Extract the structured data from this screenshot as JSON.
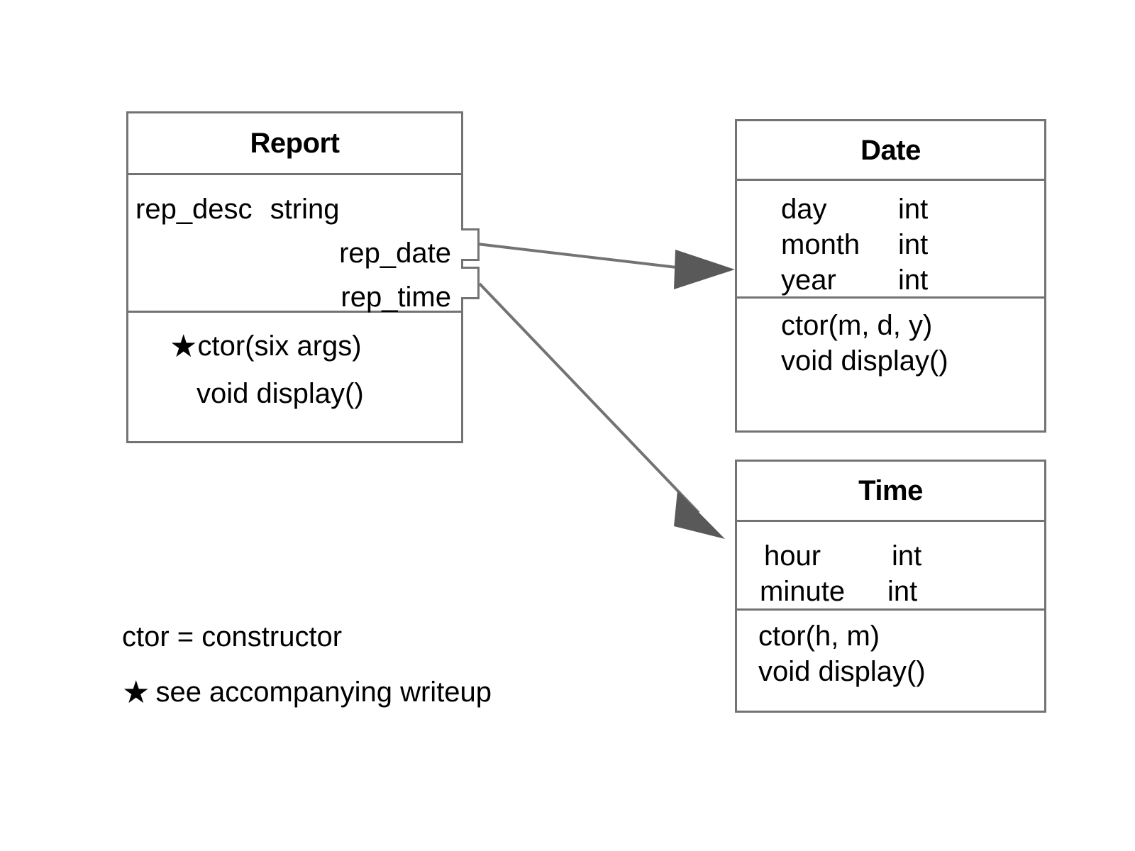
{
  "diagram": {
    "title": "Report class UML diagram",
    "line_color": "#737373",
    "text_color": "#000000",
    "background": "#ffffff"
  },
  "classes": {
    "report": {
      "name": "Report",
      "attributes": [
        {
          "name": "rep_desc",
          "type": "string"
        },
        {
          "name": "rep_date",
          "type": ""
        },
        {
          "name": "rep_time",
          "type": ""
        }
      ],
      "methods": [
        {
          "marker": "★",
          "signature": "ctor(six args)"
        },
        {
          "marker": "",
          "signature": "void display()"
        }
      ]
    },
    "date": {
      "name": "Date",
      "attributes": [
        {
          "name": "day",
          "type": "int"
        },
        {
          "name": "month",
          "type": "int"
        },
        {
          "name": "year",
          "type": "int"
        }
      ],
      "methods": [
        {
          "marker": "",
          "signature": "ctor(m, d, y)"
        },
        {
          "marker": "",
          "signature": "void display()"
        }
      ]
    },
    "time": {
      "name": "Time",
      "attributes": [
        {
          "name": "hour",
          "type": "int"
        },
        {
          "name": "minute",
          "type": "int"
        }
      ],
      "methods": [
        {
          "marker": "",
          "signature": "ctor(h, m)"
        },
        {
          "marker": "",
          "signature": "void display()"
        }
      ]
    }
  },
  "associations": [
    {
      "from": "report.rep_date",
      "to": "date",
      "arrow": "solid-triangle"
    },
    {
      "from": "report.rep_time",
      "to": "time",
      "arrow": "solid-triangle"
    }
  ],
  "legend": {
    "line1": "ctor = constructor",
    "line2_marker": "★",
    "line2": "see accompanying writeup"
  }
}
